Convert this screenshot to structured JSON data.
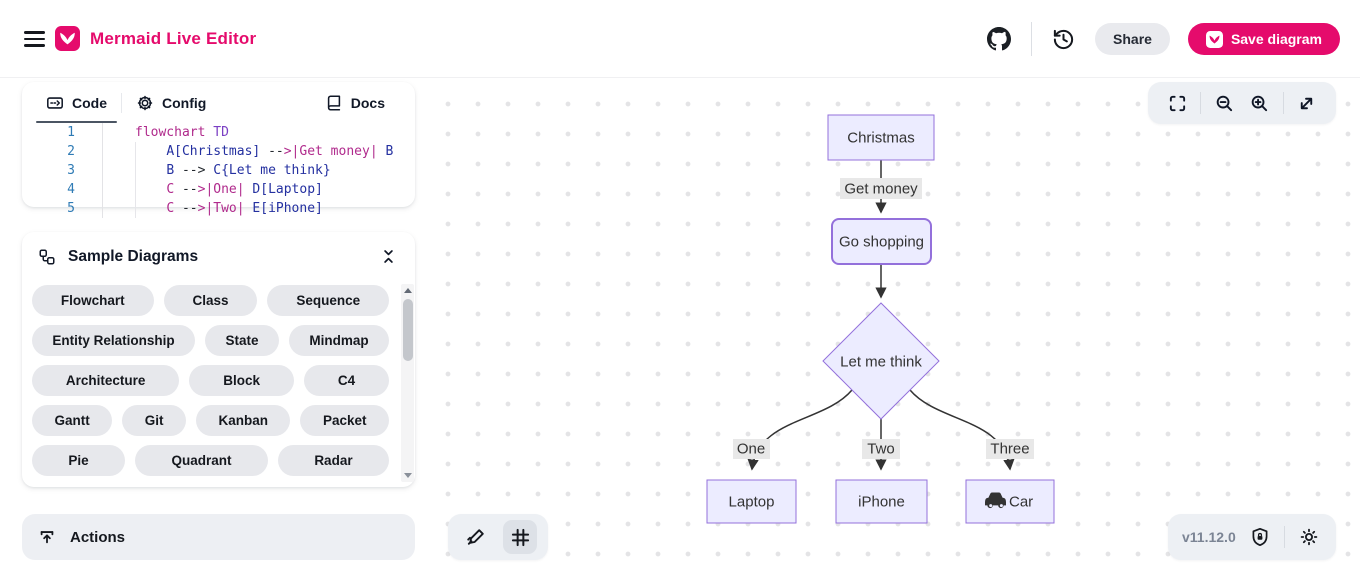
{
  "header": {
    "title": "Mermaid Live Editor",
    "share": "Share",
    "save": "Save diagram",
    "brand_color": "#E50B6C"
  },
  "editor": {
    "tabs": [
      "Code",
      "Config",
      "Docs"
    ],
    "active_tab": "Code",
    "lines": [
      {
        "num": "1",
        "indented": false,
        "tokens": [
          {
            "t": "flowchart",
            "c": "kw"
          },
          {
            "t": " ",
            "c": "pl"
          },
          {
            "t": "TD",
            "c": "ty"
          }
        ]
      },
      {
        "num": "2",
        "indented": true,
        "tokens": [
          {
            "t": "    ",
            "c": "pl"
          },
          {
            "t": "A[Christmas]",
            "c": "id"
          },
          {
            "t": " ",
            "c": "pl"
          },
          {
            "t": "--",
            "c": "op"
          },
          {
            "t": ">",
            "c": "kw"
          },
          {
            "t": "|Get money|",
            "c": "kw"
          },
          {
            "t": " ",
            "c": "pl"
          },
          {
            "t": "B",
            "c": "id"
          }
        ]
      },
      {
        "num": "3",
        "indented": true,
        "tokens": [
          {
            "t": "    ",
            "c": "pl"
          },
          {
            "t": "B",
            "c": "id"
          },
          {
            "t": " ",
            "c": "pl"
          },
          {
            "t": "--> ",
            "c": "op"
          },
          {
            "t": "C{Let me think}",
            "c": "id"
          }
        ]
      },
      {
        "num": "4",
        "indented": true,
        "tokens": [
          {
            "t": "    ",
            "c": "pl"
          },
          {
            "t": "C",
            "c": "kw"
          },
          {
            "t": " ",
            "c": "pl"
          },
          {
            "t": "--",
            "c": "op"
          },
          {
            "t": ">",
            "c": "kw"
          },
          {
            "t": "|One|",
            "c": "kw"
          },
          {
            "t": " ",
            "c": "pl"
          },
          {
            "t": "D[Laptop]",
            "c": "id"
          }
        ]
      },
      {
        "num": "5",
        "indented": true,
        "tokens": [
          {
            "t": "    ",
            "c": "pl"
          },
          {
            "t": "C",
            "c": "kw"
          },
          {
            "t": " ",
            "c": "pl"
          },
          {
            "t": "--",
            "c": "op"
          },
          {
            "t": ">",
            "c": "kw"
          },
          {
            "t": "|Two|",
            "c": "kw"
          },
          {
            "t": " ",
            "c": "pl"
          },
          {
            "t": "E[iPhone]",
            "c": "id"
          }
        ]
      }
    ]
  },
  "samples": {
    "title": "Sample Diagrams",
    "rows": [
      [
        "Flowchart",
        "Class",
        "Sequence"
      ],
      [
        "Entity Relationship",
        "State",
        "Mindmap"
      ],
      [
        "Architecture",
        "Block",
        "C4"
      ],
      [
        "Gantt",
        "Git",
        "Kanban",
        "Packet"
      ],
      [
        "Pie",
        "Quadrant",
        "Radar"
      ]
    ]
  },
  "actions": {
    "label": "Actions"
  },
  "diagram": {
    "nodes": {
      "a": "Christmas",
      "b": "Go shopping",
      "c": "Let me think",
      "d": "Laptop",
      "e": "iPhone",
      "f": "Car"
    },
    "edge_labels": {
      "ab": "Get money",
      "cd": "One",
      "ce": "Two",
      "cf": "Three"
    },
    "colors": {
      "node_fill": "#ECECFF",
      "node_border": "#9370DB",
      "edge": "#333333",
      "label_bg": "#E8E8E8"
    }
  },
  "status": {
    "version": "v11.12.0"
  }
}
